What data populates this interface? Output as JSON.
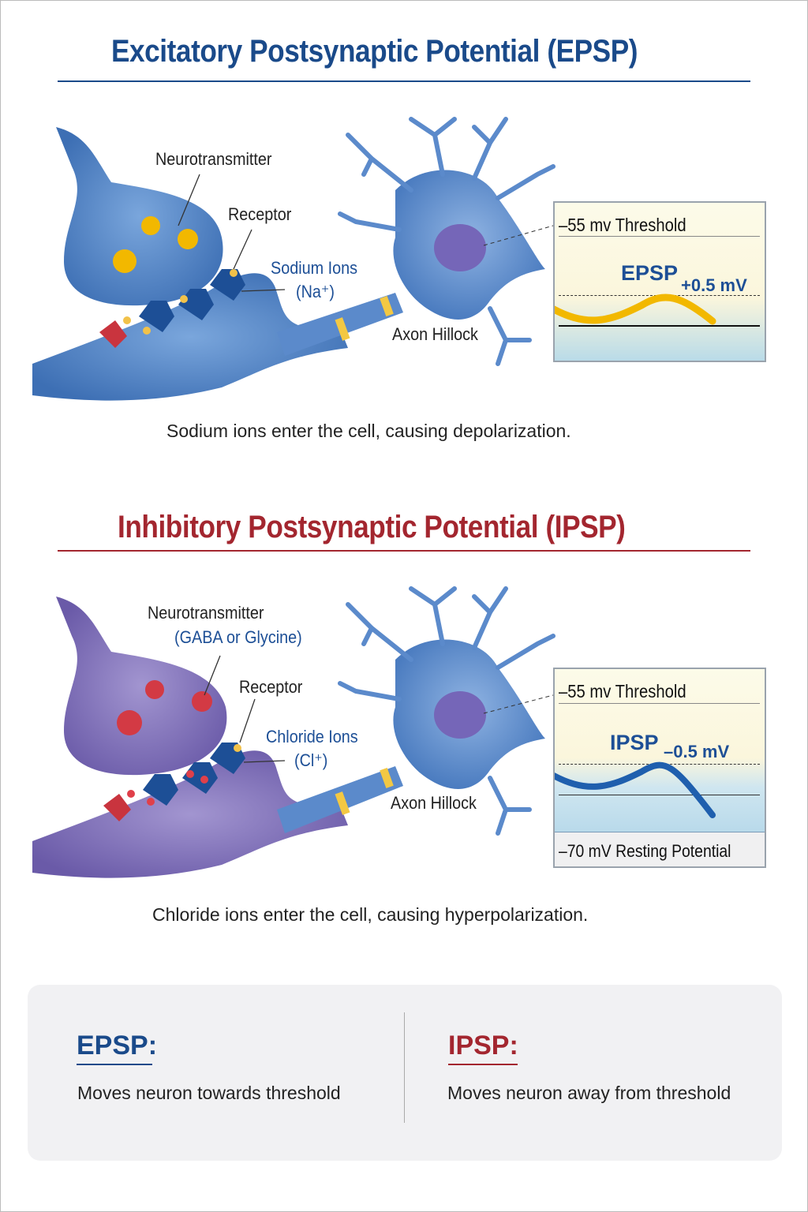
{
  "epsp": {
    "title": "Excitatory Postsynaptic Potential (EPSP)",
    "labels": {
      "neurotransmitter": "Neurotransmitter",
      "receptor": "Receptor",
      "ions_line1": "Sodium Ions",
      "ions_line2": "(Na⁺)",
      "axon_hillock": "Axon Hillock"
    },
    "graph": {
      "threshold": "–55 mv Threshold",
      "potential_label": "EPSP",
      "change": "+0.5 mV"
    },
    "caption": "Sodium ions enter the cell, causing depolarization.",
    "color": "#1a4a8a",
    "wave_color": "#f2b800"
  },
  "ipsp": {
    "title": "Inhibitory Postsynaptic Potential (IPSP)",
    "labels": {
      "neurotransmitter": "Neurotransmitter",
      "neurotransmitter_detail": "(GABA or Glycine)",
      "receptor": "Receptor",
      "ions_line1": "Chloride Ions",
      "ions_line2": "(Cl⁺)",
      "axon_hillock": "Axon Hillock"
    },
    "graph": {
      "threshold": "–55 mv Threshold",
      "potential_label": "IPSP",
      "change": "–0.5 mV",
      "resting": "–70 mV Resting Potential"
    },
    "caption": "Chloride ions enter the cell, causing hyperpolarization.",
    "color": "#a3262f",
    "wave_color": "#1f5fae"
  },
  "summary": {
    "epsp_title": "EPSP:",
    "epsp_text": "Moves neuron towards threshold",
    "ipsp_title": "IPSP:",
    "ipsp_text": "Moves neuron away from threshold"
  }
}
